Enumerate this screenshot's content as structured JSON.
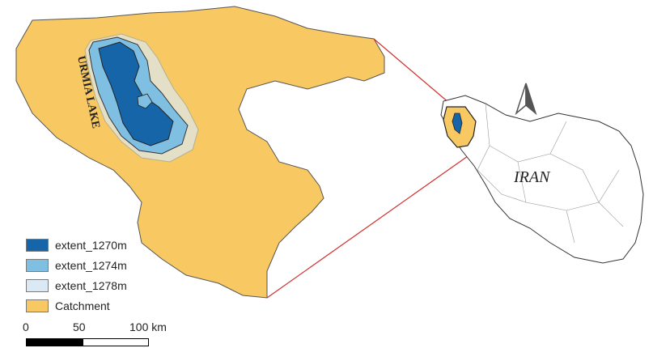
{
  "labels": {
    "lake": "URMIA LAKE",
    "country": "IRAN"
  },
  "legend": {
    "items": [
      {
        "label": "extent_1270m",
        "color": "#1565a8"
      },
      {
        "label": "extent_1274m",
        "color": "#7fbfe2"
      },
      {
        "label": "extent_1278m",
        "color": "#dbe9f4"
      },
      {
        "label": "Catchment",
        "color": "#f8c862"
      }
    ]
  },
  "scale_bar": {
    "ticks": [
      "0",
      "50",
      "100 km"
    ]
  },
  "colors": {
    "catchment": "#f8c862",
    "extent_1270m": "#1565a8",
    "extent_1274m": "#7fbfe2",
    "extent_1278m": "#dbe9f4",
    "inset_lines": "#d03030",
    "north_arrow": "#555555"
  },
  "icons": {
    "north_arrow": "north-arrow-icon"
  }
}
